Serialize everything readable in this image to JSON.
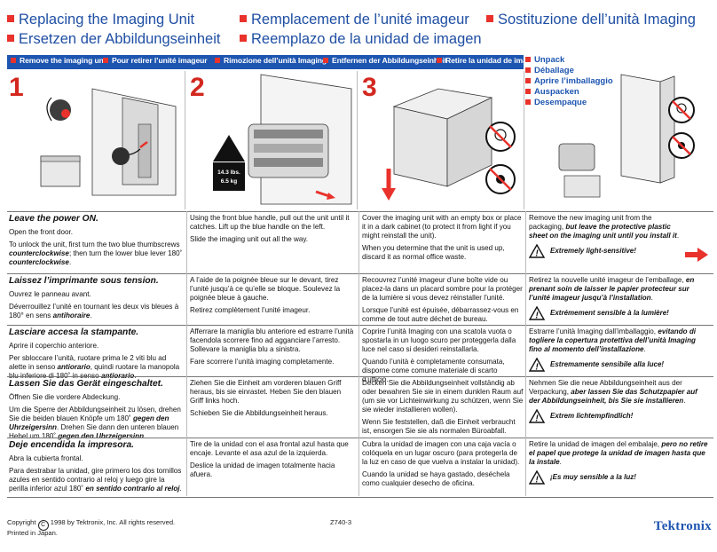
{
  "titles": [
    "Replacing the Imaging Unit",
    "Ersetzen der Abbildungseinheit",
    "Remplacement de l’unité imageur",
    "Reemplazo de la unidad de imagen",
    "Sostituzione dell’unità Imaging"
  ],
  "bar_items": [
    "Remove the imaging unit",
    "Pour retirer l’unité imageur",
    "Rimozione dell’unità Imaging",
    "Entfernen der Abbildungseinheit",
    "Retire la unidad de imagen"
  ],
  "unpack_items": [
    "Unpack",
    "Déballage",
    "Aprire l’imballaggio",
    "Auspacken",
    "Desempaque"
  ],
  "steps": [
    "1",
    "2",
    "3"
  ],
  "weight_label": [
    "14.3 lbs.",
    "6.5 kg"
  ],
  "rows": [
    {
      "c1": {
        "head": "Leave the power ON.",
        "p1": "Open the front door.",
        "p2a": "To unlock the unit, first turn the two blue thumbscrews ",
        "p2b": "counterclockwise",
        "p2c": "; then turn the lower blue lever 180˚ ",
        "p2d": "counterclockwise",
        "p2e": "."
      },
      "c2": {
        "p1": "Using the front blue handle, pull out the unit until it catches. Lift up the blue handle on the left.",
        "p2": "Slide the imaging unit out all the way."
      },
      "c3": {
        "p1": "Cover the imaging unit with an empty box or place it in a dark cabinet (to protect it from light if you might reinstall the unit).",
        "p2": "When you determine that the unit is used up, discard it as normal office waste."
      },
      "c4": {
        "p1a": "Remove the new imaging unit from the packaging, ",
        "p1b": "but leave the protective plastic sheet on the imaging unit until you install it",
        "p1c": ".",
        "warn": "Extremely light-sensitive!"
      }
    },
    {
      "c1": {
        "head": "Laissez l’imprimante sous tension.",
        "p1": "Ouvrez le panneau avant.",
        "p2a": "Déverrouillez l’unité en tournant les deux vis bleues à 180° en sens ",
        "p2b": "antihoraire",
        "p2c": ".",
        "p2d": "",
        "p2e": ""
      },
      "c2": {
        "p1": "A l’aide de la poignée bleue sur le devant, tirez l’unité jusqu’à ce qu’elle se bloque. Soulevez la poignée bleue à gauche.",
        "p2": "Retirez complètement l’unité imageur."
      },
      "c3": {
        "p1": "Recouvrez l’unité imageur d’une boîte vide ou placez-la dans un placard sombre pour la protéger de la lumière si vous devez réinstaller l’unité.",
        "p2": "Lorsque l’unité est épuisée, débarrassez-vous en comme de tout autre déchet de bureau."
      },
      "c4": {
        "p1a": "Retirez la nouvelle unité imageur de l’emballage, ",
        "p1b": "en prenant soin de laisser le papier protecteur sur l’unité imageur jusqu’à l’installation",
        "p1c": ".",
        "warn": "Extrémement sensible à la lumière!"
      }
    },
    {
      "c1": {
        "head": "Lasciare accesa la stampante.",
        "p1": "Aprire il coperchio anteriore.",
        "p2a": "Per sbloccare l’unità, ruotare prima le 2 viti blu ad alette in senso ",
        "p2b": "antiorario",
        "p2c": ", quindi ruotare la manopola blu inferiore di 180˚ in senso ",
        "p2d": "antiorario",
        "p2e": "."
      },
      "c2": {
        "p1": "Afferrare la maniglia blu anteriore ed estrarre l’unità facendola scorrere fino ad agganciare l’arresto. Sollevare la maniglia blu a sinistra.",
        "p2": "Fare scorrere l’unità imaging completamente."
      },
      "c3": {
        "p1": "Coprire l’unità Imaging con una scatola vuota o spostarla in un luogo scuro per proteggerla dalla luce nel caso si desideri reinstallarla.",
        "p2": "Quando l’unità è completamente consumata, disporne come comune materiale di scarto d’ufficio."
      },
      "c4": {
        "p1a": "Estrarre l’unità Imaging dall’imballaggio, ",
        "p1b": "evitando di togliere la copertura protettiva dell’unità Imaging fino al momento dell’installazione",
        "p1c": ".",
        "warn": "Estremamente sensibile alla luce!"
      }
    },
    {
      "c1": {
        "head": "Lassen Sie das Gerät eingeschaltet.",
        "p1": "Öffnen Sie die vordere Abdeckung.",
        "p2a": "Um die Sperre der Abbildungseinheit zu lösen, drehen Sie die beiden blauen Knöpfe um 180˚ ",
        "p2b": "gegen den Uhrzeigersinn",
        "p2c": ". Drehen Sie dann den unteren blauen Hebel um 180˚ ",
        "p2d": "gegen den Uhrzeigersinn",
        "p2e": "."
      },
      "c2": {
        "p1": "Ziehen Sie die Einheit am vorderen blauen Griff heraus, bis sie einrastet. Heben Sie den blauen Griff links hoch.",
        "p2": "Schieben Sie die Abbildungseinheit heraus."
      },
      "c3": {
        "p1": "Decken Sie die Abbildungseinheit vollständig ab oder bewahren Sie sie in einem dunklen Raum auf (um sie vor Lichteinwirkung zu schützen, wenn Sie sie wieder installieren wollen).",
        "p2": "Wenn Sie feststellen, daß die Einheit verbraucht ist, ensorgen Sie sie als normalen Büroabfall."
      },
      "c4": {
        "p1a": "Nehmen Sie die neue Abbildungseinheit aus der Verpackung, ",
        "p1b": "aber lassen Sie das Schutzpapier auf der Abbildungseinheit, bis Sie sie installieren",
        "p1c": ".",
        "warn": "Extrem lichtempfindlich!"
      }
    },
    {
      "c1": {
        "head": "Deje encendida la impresora.",
        "p1": "Abra la cubierta frontal.",
        "p2a": "Para destrabar la unidad, gire primero los dos tornillos azules en sentido contrario al reloj y luego gire la perilla inferior azul 180˚ ",
        "p2b": "en sentido contrario al reloj",
        "p2c": ".",
        "p2d": "",
        "p2e": ""
      },
      "c2": {
        "p1": "Tire de la unidad con el asa frontal azul hasta que encaje. Levante el asa azul de la izquierda.",
        "p2": "Deslice la unidad de imagen totalmente hacia afuera."
      },
      "c3": {
        "p1": "Cubra la unidad de imagen con una caja vacía o colóquela en un lugar oscuro (para protegerla de la luz en caso de que vuelva a instalar la unidad).",
        "p2": "Cuando la unidad se haya gastado, deséchela como cualquier desecho de oficina."
      },
      "c4": {
        "p1a": "Retire la unidad de imagen del embalaje, ",
        "p1b": "pero no retire el papel que protege la unidad de imagen hasta que la instale",
        "p1c": ".",
        "warn": "¡Es muy sensible a la luz!"
      }
    }
  ],
  "footer": {
    "copyright_pre": "Copyright",
    "copyright_post": "1998 by Tektronix, Inc.  All rights reserved.",
    "printed": "Printed in Japan.",
    "code": "Z740-3",
    "logo": "Tektronix"
  },
  "colors": {
    "blue": "#1d55b0",
    "red": "#e8322b",
    "title_blue": "#1f4fa3"
  }
}
